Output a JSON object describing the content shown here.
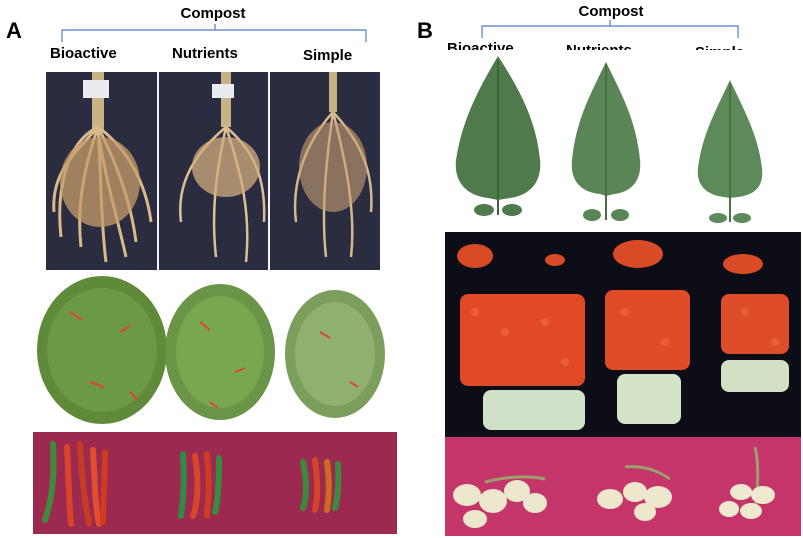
{
  "panel_a": {
    "letter": "A",
    "group_label": "Compost",
    "treatments": [
      "Bioactive",
      "Nutrients",
      "Simple"
    ],
    "rows": [
      "roots-photo",
      "chili-harvest-piles",
      "chili-fruits-on-maroon-cloth"
    ]
  },
  "panel_b": {
    "letter": "B",
    "group_label": "Compost",
    "treatments": [
      "Bioactive",
      "Nutrients",
      "Simple"
    ],
    "rows": [
      "tomato-leaves",
      "tomato-fruits-on-black",
      "tomato-trusses-on-maroon-cloth"
    ]
  },
  "colors": {
    "bracket": "#6f8fc7",
    "black_backdrop": "#0c0d16",
    "maroon_cloth": "#9c2950",
    "pink_cloth": "#c4356a"
  }
}
